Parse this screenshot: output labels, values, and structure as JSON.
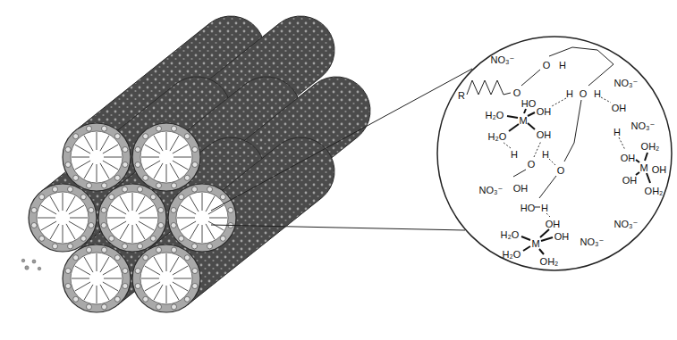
{
  "diagram": {
    "nodes": [
      {
        "text": [
          "NO₃⁻",
          "O",
          "H",
          "NO₃⁻",
          "R",
          "O",
          "H",
          "O",
          "H",
          "HO",
          "OH",
          "H₂O",
          "M",
          "OH",
          "NO₃⁻",
          "H",
          "H₂O",
          "OH",
          "OH₂",
          "H",
          "H",
          "OH",
          "O",
          "M",
          "OH",
          "O",
          "OH",
          "NO₃⁻",
          "OH",
          "OH₂",
          "HO",
          "H",
          "OH",
          "NO₃⁻",
          "H₂O",
          "OH",
          "NO₃⁻",
          "M",
          "H₂O",
          "OH₂"
        ]
      }
    ]
  }
}
